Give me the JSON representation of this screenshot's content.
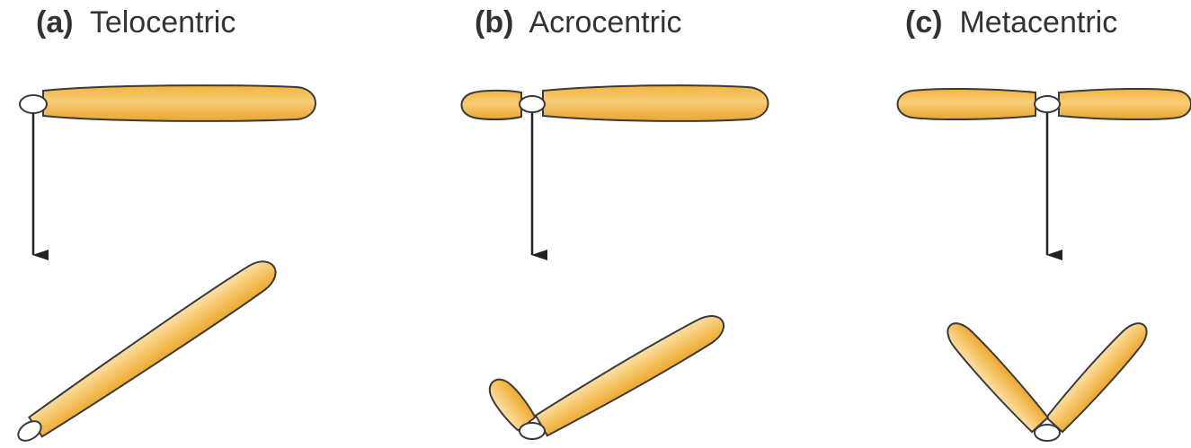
{
  "panels": [
    {
      "letter": "(a)",
      "name": "Telocentric"
    },
    {
      "letter": "(b)",
      "name": "Acrocentric"
    },
    {
      "letter": "(c)",
      "name": "Metacentric"
    }
  ],
  "colors": {
    "chromatid_fill": "#F2B33D",
    "chromatid_highlight": "#FBE0A8",
    "outline": "#3a3a3a",
    "centromere": "#ffffff",
    "arrow": "#222222"
  }
}
